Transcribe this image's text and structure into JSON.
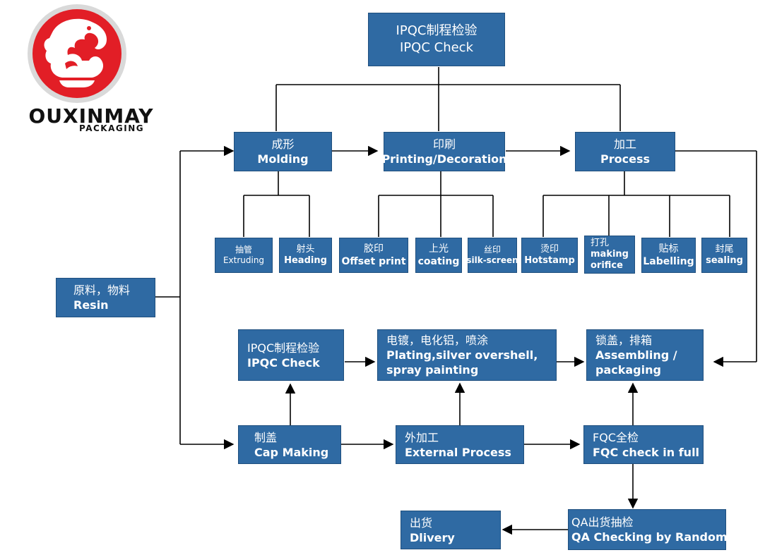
{
  "brand": {
    "name": "OUXINMAY",
    "sub": "PACKAGING",
    "red": "#e21e26"
  },
  "colors": {
    "box": "#2f6aa3",
    "line": "#000000"
  },
  "nodes": {
    "ipqc_top": {
      "cn": "IPQC制程检验",
      "en": "IPQC Check"
    },
    "molding": {
      "cn": "成形",
      "en": "Molding"
    },
    "printing": {
      "cn": "印刷",
      "en": "Printing/Decoration"
    },
    "process": {
      "cn": "加工",
      "en": "Process"
    },
    "extruding": {
      "cn": "抽管",
      "en": "Extruding"
    },
    "heading": {
      "cn": "射头",
      "en": "Heading"
    },
    "offset": {
      "cn": "胶印",
      "en": "Offset print"
    },
    "coating": {
      "cn": "上光",
      "en": "coating"
    },
    "silk": {
      "cn": "丝印",
      "en": "silk-screen"
    },
    "hotstamp": {
      "cn": "烫印",
      "en": "Hotstamp"
    },
    "orifice": {
      "cn": "打孔",
      "en1": "making",
      "en2": "orifice"
    },
    "labelling": {
      "cn": "贴标",
      "en": "Labelling"
    },
    "sealing": {
      "cn": "封尾",
      "en": "sealing"
    },
    "resin": {
      "cn": "原料，物料",
      "en": "Resin"
    },
    "ipqc_mid": {
      "cn": "IPQC制程检验",
      "en": "IPQC Check"
    },
    "plating": {
      "cn": "电镀，电化铝，喷涂",
      "en1": "Plating,silver overshell,",
      "en2": "spray painting"
    },
    "assembling": {
      "cn": "锁盖，排箱",
      "en1": "Assembling /",
      "en2": "packaging"
    },
    "cap": {
      "cn": "制盖",
      "en": "Cap Making"
    },
    "external": {
      "cn": "外加工",
      "en": "External Process"
    },
    "fqc": {
      "cn": "FQC全检",
      "en": "FQC check in full"
    },
    "delivery": {
      "cn": "出货",
      "en": "Dlivery"
    },
    "qa": {
      "cn": "QA出货抽检",
      "en": "QA Checking by Random"
    }
  }
}
